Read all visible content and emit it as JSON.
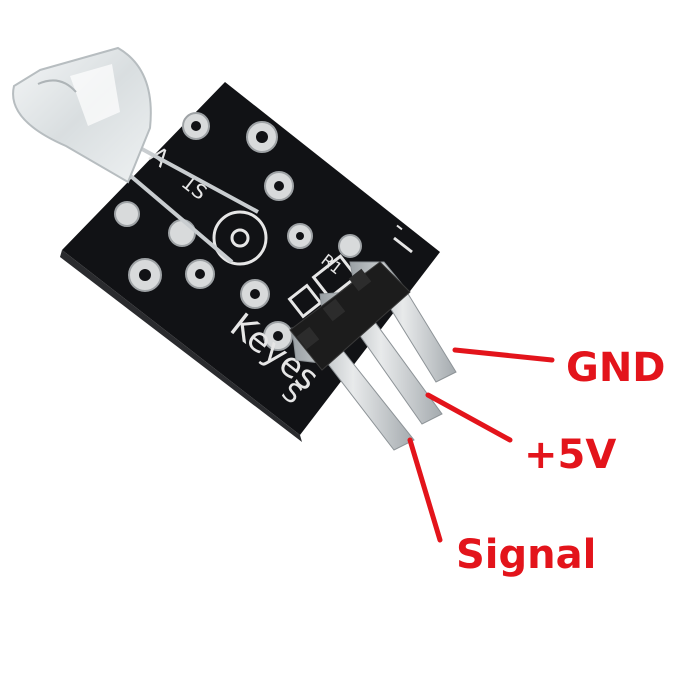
{
  "image": {
    "subject": "IR transmitter LED sensor module",
    "colors": {
      "background": "#ffffff",
      "pcb": "#111215",
      "silkscreen": "#e6e6e6",
      "pin": "#bfc3c6",
      "header": "#1c1c1c",
      "annotation": "#e3141b"
    }
  },
  "board": {
    "brand_text": "Keyes",
    "pin_marks": [
      "S",
      "-"
    ],
    "component_marks": [
      "1S",
      "A",
      "R1"
    ]
  },
  "annotations": {
    "pin_gnd": "GND",
    "pin_vcc": "+5V",
    "pin_signal": "Signal"
  }
}
